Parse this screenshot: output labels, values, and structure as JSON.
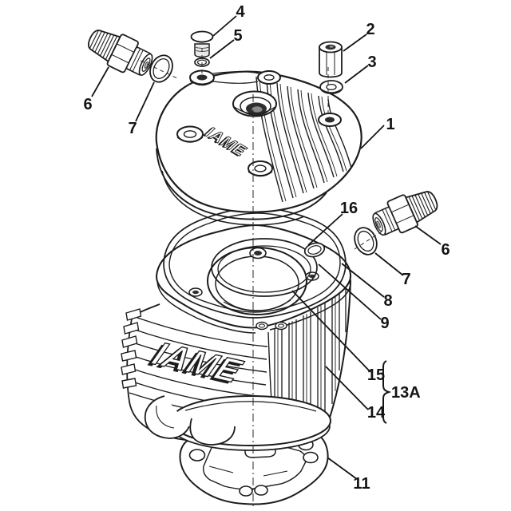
{
  "colors": {
    "ink": "#1c1c1c",
    "paper": "#ffffff"
  },
  "logos": {
    "head": "IAME",
    "cylinder": "IAME"
  },
  "callouts": {
    "part1": "1",
    "part2": "2",
    "part3": "3",
    "part4": "4",
    "part5": "5",
    "part6_left": "6",
    "part6_right": "6",
    "part7_left": "7",
    "part7_right": "7",
    "part8": "8",
    "part9": "9",
    "part11": "11",
    "part13a": "13A",
    "part14": "14",
    "part15": "15",
    "part16": "16"
  }
}
